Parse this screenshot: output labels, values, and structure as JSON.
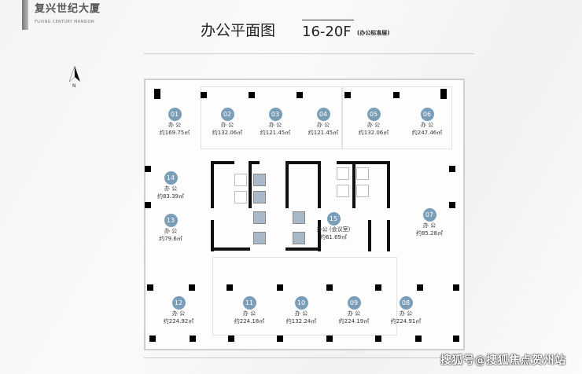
{
  "logo": {
    "cn": "复兴世纪大厦",
    "en": "FUXING CENTURY MANSION"
  },
  "header": {
    "title": "办公平面图",
    "floors": "16-20F",
    "subtitle": "(办公标准层)"
  },
  "compass": {
    "label": "N"
  },
  "units": [
    {
      "num": "01",
      "type": "办 公",
      "area": "约169.75㎡"
    },
    {
      "num": "02",
      "type": "办 公",
      "area": "约132.06㎡"
    },
    {
      "num": "03",
      "type": "办 公",
      "area": "约121.45㎡"
    },
    {
      "num": "04",
      "type": "办 公",
      "area": "约121.45㎡"
    },
    {
      "num": "05",
      "type": "办 公",
      "area": "约132.06㎡"
    },
    {
      "num": "06",
      "type": "办 公",
      "area": "约247.46㎡"
    },
    {
      "num": "14",
      "type": "办 公",
      "area": "约83.39㎡"
    },
    {
      "num": "13",
      "type": "办 公",
      "area": "约79.6㎡"
    },
    {
      "num": "15",
      "type": "办公 (会议室)",
      "area": "约61.69㎡"
    },
    {
      "num": "07",
      "type": "办 公",
      "area": "约85.28㎡"
    },
    {
      "num": "12",
      "type": "办 公",
      "area": "约224.92㎡"
    },
    {
      "num": "11",
      "type": "办 公",
      "area": "约224.18㎡"
    },
    {
      "num": "10",
      "type": "办 公",
      "area": "约132.24㎡"
    },
    {
      "num": "09",
      "type": "办 公",
      "area": "约224.19㎡"
    },
    {
      "num": "08",
      "type": "办 公",
      "area": "约224.91㎡"
    }
  ],
  "watermark": "搜狐号@搜狐焦点贺州站",
  "colors": {
    "unit_badge": "#7a9db8",
    "elevator": "#a9b8c9"
  }
}
